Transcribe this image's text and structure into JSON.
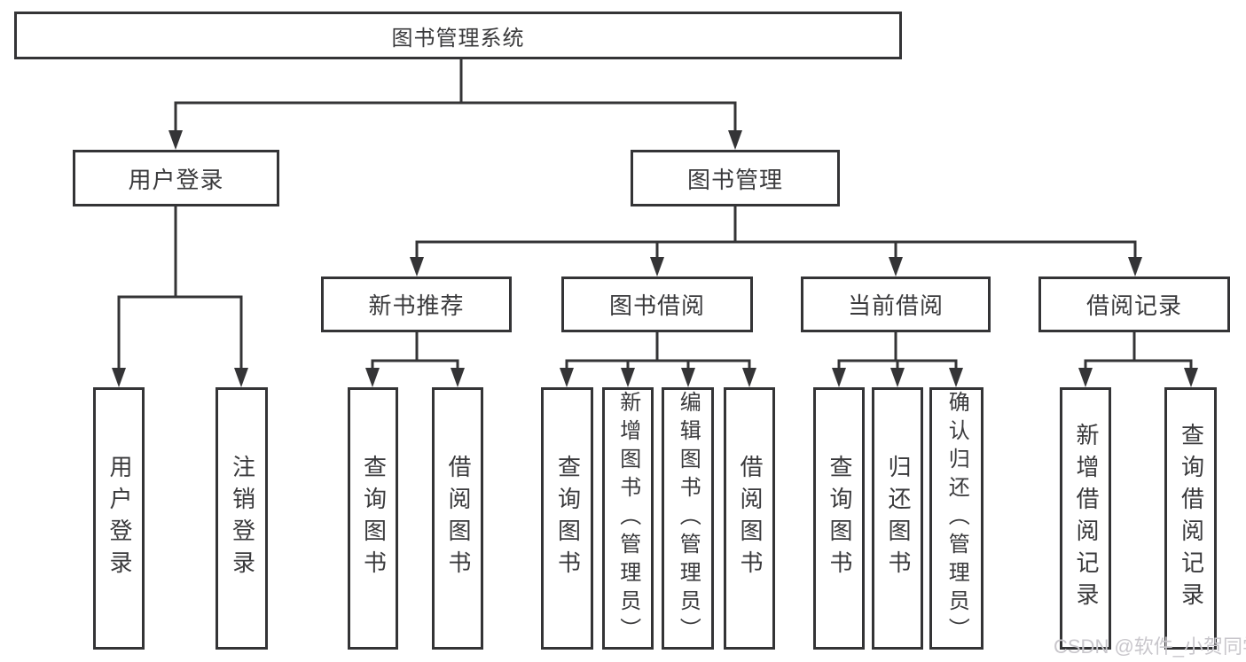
{
  "title": "图书管理系统",
  "watermark": "CSDN @软件_小贺同学",
  "colors": {
    "line": "#343436",
    "text": "#3a3a3c",
    "background": "#ffffff",
    "watermark": "#c9c7cc"
  },
  "tree": {
    "root": {
      "label": "图书管理系统"
    },
    "branches": [
      {
        "label": "用户登录",
        "children": [
          {
            "label": "用户登录"
          },
          {
            "label": "注销登录"
          }
        ]
      },
      {
        "label": "图书管理",
        "children": [
          {
            "label": "新书推荐",
            "children": [
              {
                "label": "查询图书"
              },
              {
                "label": "借阅图书"
              }
            ]
          },
          {
            "label": "图书借阅",
            "children": [
              {
                "label": "查询图书"
              },
              {
                "label": "新增图书（管理员）"
              },
              {
                "label": "编辑图书（管理员）"
              },
              {
                "label": "借阅图书"
              }
            ]
          },
          {
            "label": "当前借阅",
            "children": [
              {
                "label": "查询图书"
              },
              {
                "label": "归还图书"
              },
              {
                "label": "确认归还（管理员）"
              }
            ]
          },
          {
            "label": "借阅记录",
            "children": [
              {
                "label": "新增借阅记录"
              },
              {
                "label": "查询借阅记录"
              }
            ]
          }
        ]
      }
    ]
  }
}
